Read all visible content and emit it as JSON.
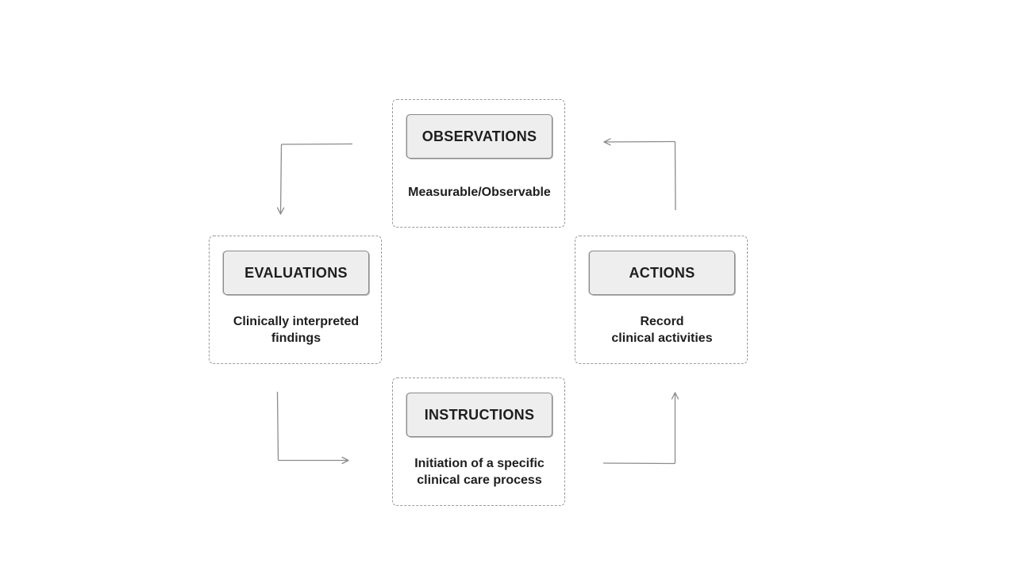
{
  "diagram": {
    "nodes": [
      {
        "id": "observations",
        "title": "OBSERVATIONS",
        "description": "Measurable/Observable"
      },
      {
        "id": "evaluations",
        "title": "EVALUATIONS",
        "description": "Clinically interpreted\nfindings"
      },
      {
        "id": "actions",
        "title": "ACTIONS",
        "description": "Record\nclinical activities"
      },
      {
        "id": "instructions",
        "title": "INSTRUCTIONS",
        "description": "Initiation of a specific\nclinical care process"
      }
    ],
    "edges": [
      {
        "from": "observations",
        "to": "evaluations"
      },
      {
        "from": "evaluations",
        "to": "instructions"
      },
      {
        "from": "instructions",
        "to": "actions"
      },
      {
        "from": "actions",
        "to": "observations"
      }
    ],
    "colors": {
      "box_fill": "#eeeeee",
      "box_stroke": "#8a8a8a",
      "container_border": "#9a9a9a",
      "arrow": "#8c8c8c",
      "text": "#1e1e1e"
    }
  }
}
